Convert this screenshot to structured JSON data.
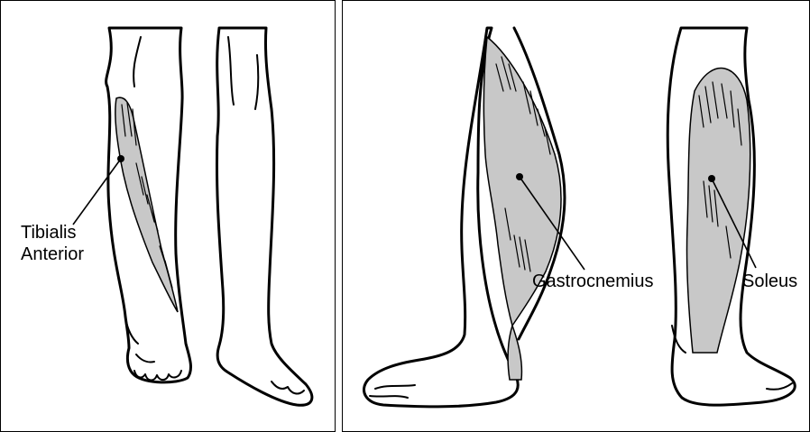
{
  "labels": {
    "tibialis_line1": "Tibialis",
    "tibialis_line2": "Anterior",
    "gastrocnemius": "Gastrocnemius",
    "soleus": "Soleus"
  },
  "colors": {
    "muscle_fill": "#c8c8c8",
    "outline": "#000000",
    "background": "#ffffff"
  }
}
